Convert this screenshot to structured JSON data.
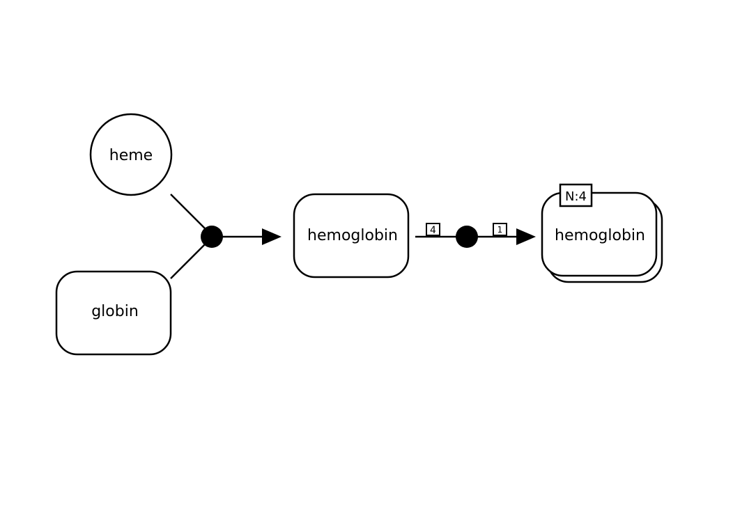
{
  "diagram": {
    "colors": {
      "stroke": "#000000",
      "fill": "#ffffff",
      "process_node": "#000000"
    },
    "nodes": {
      "heme": {
        "label": "heme",
        "shape": "simple-chemical-circle"
      },
      "globin": {
        "label": "globin",
        "shape": "macromolecule-rounded-rect"
      },
      "hemoglobin": {
        "label": "hemoglobin",
        "shape": "macromolecule-rounded-rect"
      },
      "hemoglobin_multimer": {
        "label": "hemoglobin",
        "shape": "macromolecule-multimer",
        "unit_of_information": "N:4"
      }
    },
    "edges": {
      "stoichiometry_in": "4",
      "stoichiometry_out": "1"
    }
  }
}
